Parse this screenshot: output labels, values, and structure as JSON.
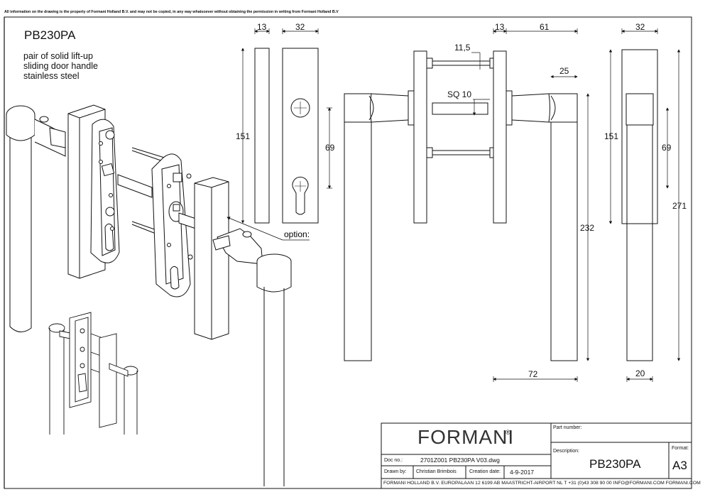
{
  "sheet": {
    "disclaimer": "All information on the drawing is the property of Formani Holland B.V. and may not be copied, in any way whatsoever without obtaining the permission in writing from Formani Holland B.V",
    "product_code": "PB230PA",
    "description_lines": [
      "pair of solid lift-up",
      "sliding door handle",
      "stainless steel"
    ],
    "option_label": "option:"
  },
  "dimensions": {
    "plate_thickness": "13",
    "plate_width": "32",
    "plate_height": "151",
    "hole_spacing": "69",
    "side_thickness": "13",
    "side_depth": "61",
    "rod_dia": "11,5",
    "square_spindle": "SQ 10",
    "grip_dia_top": "25",
    "grip_length": "232",
    "grip_offset": "72",
    "right_plate_width": "32",
    "right_plate_height": "151",
    "right_hole_spacing": "69",
    "total_height": "271",
    "grip_width": "20"
  },
  "title_block": {
    "brand": "FORMANI",
    "brand_mark": "®",
    "part_number_label": "Part number:",
    "description_label": "Description:",
    "description_value": "PB230PA",
    "format_label": "Format:",
    "format_value": "A3",
    "doc_no_label": "Doc no.:",
    "doc_no_value": "2701Z001 PB230PA V03.dwg",
    "drawn_by_label": "Drawn by:",
    "drawn_by_value": "Christian Brimbois",
    "creation_date_label": "Creation date:",
    "creation_date_value": "4-9-2017",
    "footer": "FORMANI HOLLAND B.V.  EUROPALAAN 12  6199 AB MAASTRICHT-AIRPORT NL  T +31 (0)43 308 90 00 INFO@FORMANI.COM FORMANI.COM"
  }
}
